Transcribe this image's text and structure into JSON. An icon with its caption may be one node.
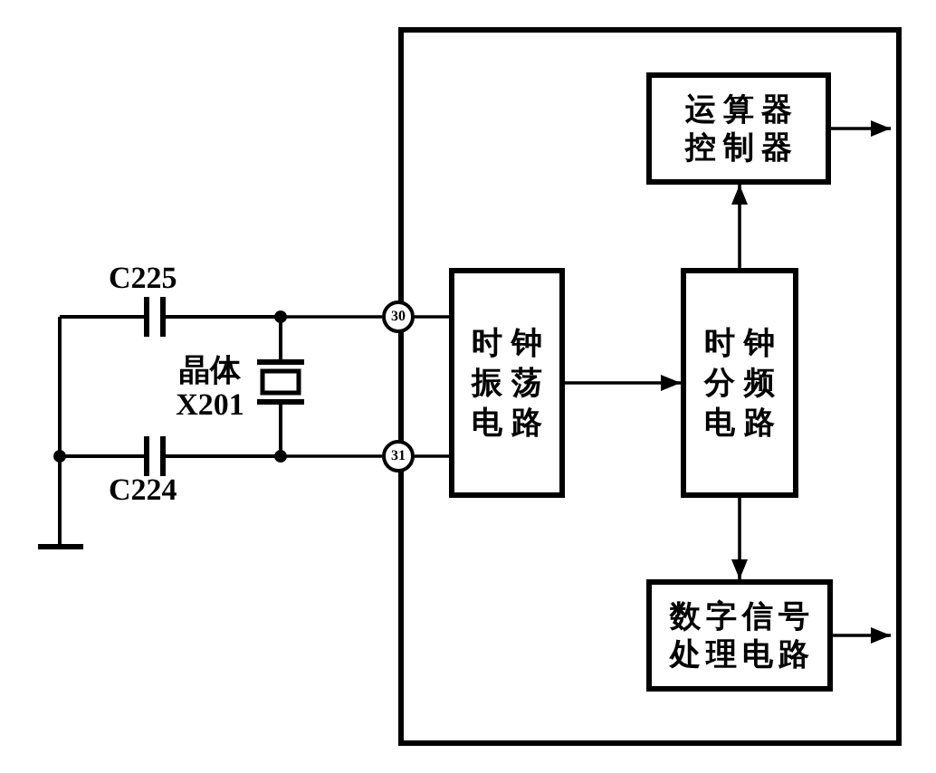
{
  "diagram": {
    "nodes": [
      {
        "text": [],
        "shape": "box"
      },
      {
        "text": [
          "运算器控制器"
        ],
        "in": 0
      },
      {
        "text": [
          "时钟振荡电路"
        ],
        "in": 0
      },
      {
        "text": [
          "时钟分频电路"
        ],
        "in": 0
      },
      {
        "text": [
          "数字信号处理电路"
        ],
        "in": 0
      },
      {
        "text": [
          "30"
        ]
      },
      {
        "text": [
          "31"
        ]
      }
    ],
    "edges": [
      {
        "from": 5,
        "to": 2,
        "arrow": "none"
      },
      {
        "from": 6,
        "to": 2,
        "arrow": "none"
      },
      {
        "from": 2,
        "to": 3,
        "arrow": "to"
      },
      {
        "from": 3,
        "to": 1,
        "arrow": "to"
      },
      {
        "from": 3,
        "to": 4,
        "arrow": "to"
      },
      {
        "from": 1,
        "to": null,
        "arrow": "to"
      },
      {
        "from": 4,
        "to": null,
        "arrow": "to"
      },
      {
        "from": null,
        "to": 5,
        "arrow": "other"
      },
      {
        "from": null,
        "to": 6,
        "arrow": "other"
      }
    ],
    "labels": [
      "C225",
      "晶体 X201",
      "C224"
    ]
  }
}
